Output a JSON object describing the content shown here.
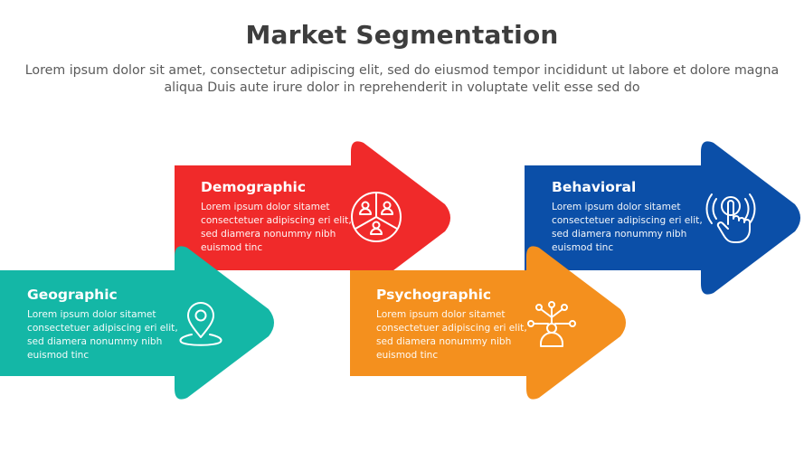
{
  "title": "Market Segmentation",
  "subtitle": "Lorem ipsum dolor sit amet, consectetur adipiscing elit, sed do eiusmod tempor incididunt ut labore et dolore magna aliqua Duis aute irure dolor in reprehenderit in voluptate velit esse sed do",
  "segments": [
    {
      "title": "Geographic",
      "description": "Lorem ipsum dolor sitamet consectetuer adipiscing eri elit, sed diamera nonummy nibh euismod tinc",
      "color": "#14b7a6",
      "icon": "location-pin-icon"
    },
    {
      "title": "Demographic",
      "description": "Lorem ipsum dolor sitamet consectetuer adipiscing eri elit, sed diamera nonummy nibh euismod tinc",
      "color": "#f02a2a",
      "icon": "people-pie-icon"
    },
    {
      "title": "Psychographic",
      "description": "Lorem ipsum dolor sitamet consectetuer adipiscing eri elit, sed diamera nonummy nibh euismod tinc",
      "color": "#f4901e",
      "icon": "mind-network-icon"
    },
    {
      "title": "Behavioral",
      "description": "Lorem ipsum dolor sitamet consectetuer adipiscing eri elit, sed diamera nonummy nibh euismod tinc",
      "color": "#0b4fa8",
      "icon": "tap-gesture-icon"
    }
  ]
}
